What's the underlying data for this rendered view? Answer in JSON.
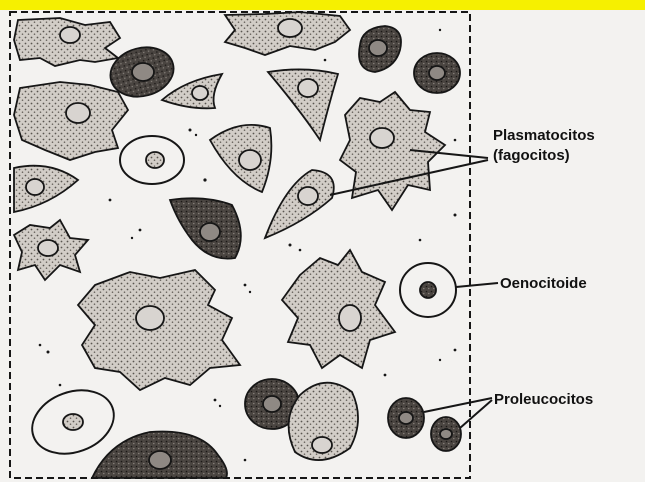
{
  "colors": {
    "frame_top": "#f6f000",
    "paper": "#f3f2f0",
    "ink": "#161616",
    "cell_fill": "#cfcac4",
    "cell_dark": "#3a3633",
    "nucleus_fill": "#d8d4d0"
  },
  "labels": {
    "plasmatocitos_line1": "Plasmatocitos",
    "plasmatocitos_line2": "(fagocitos)",
    "oenocitoide": "Oenocitoide",
    "proleucocitos": "Proleucocitos"
  }
}
